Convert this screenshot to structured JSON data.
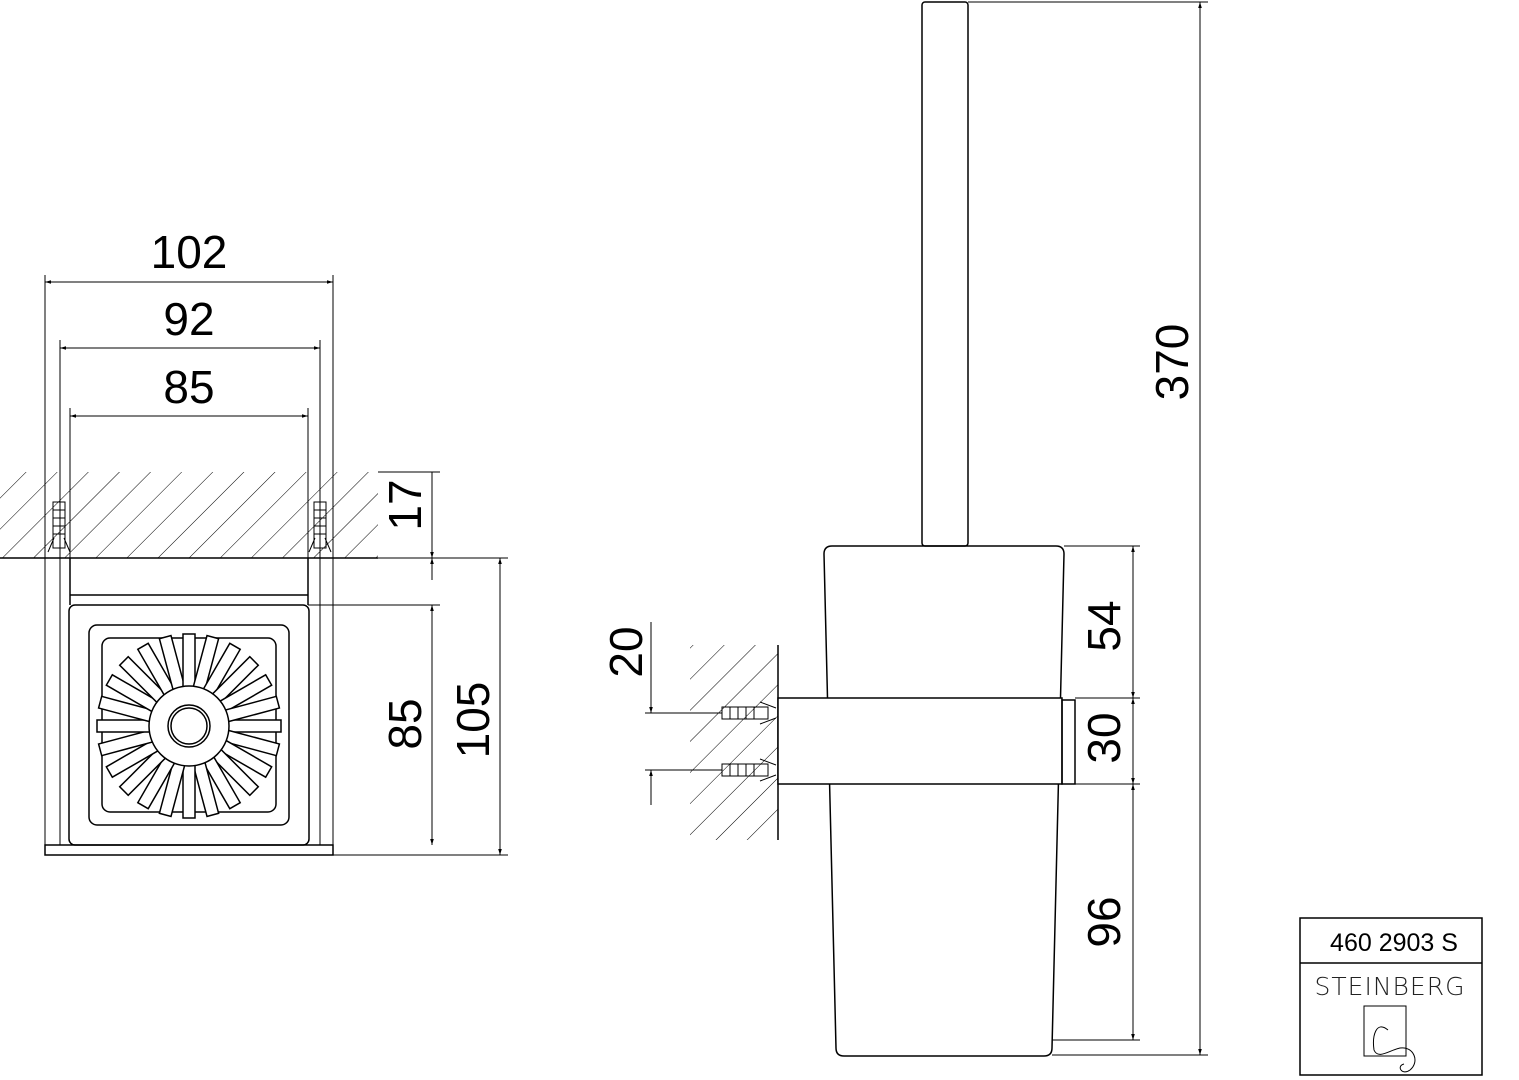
{
  "drawing": {
    "top_view": {
      "width_overall": "102",
      "width_mid": "92",
      "width_inner": "85",
      "wall_depth": "17",
      "holder_depth": "85",
      "total_depth": "105"
    },
    "side_view": {
      "height_overall": "370",
      "cup_top": "54",
      "bracket": "30",
      "cup_bottom": "96",
      "screw_spacing": "20"
    },
    "title_block": {
      "article_number": "460 2903 S",
      "brand": "STEINBERG"
    }
  }
}
